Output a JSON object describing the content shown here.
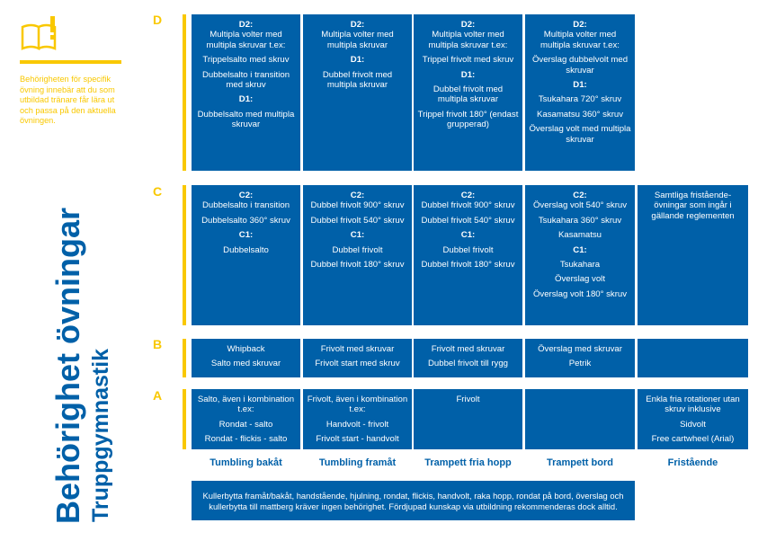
{
  "sidebar": {
    "icon": "book-exclamation-icon",
    "note": "Behörigheten för specifik övning innebär att du som utbildad tränare får lära ut och passa på den aktuella övningen.",
    "title": "Behörighet övningar",
    "subtitle": "Truppgymnastik"
  },
  "levels": {
    "d": "D",
    "c": "C",
    "b": "B",
    "a": "A"
  },
  "columns": {
    "tumbling_bakat": "Tumbling bakåt",
    "tumbling_framat": "Tumbling framåt",
    "trampett_fria_hopp": "Trampett fria hopp",
    "trampett_bord": "Trampett bord",
    "fristaende": "Fristående"
  },
  "grid": {
    "d": [
      [
        "D2:",
        "Multipla volter med multipla skruvar t.ex:",
        "Trippelsalto med skruv",
        "Dubbelsalto i transition med skruv",
        "D1:",
        "Dubbelsalto med multipla skruvar"
      ],
      [
        "D2:",
        "Multipla volter med multipla skruvar",
        "D1:",
        "Dubbel frivolt med multipla skruvar"
      ],
      [
        "D2:",
        "Multipla volter med multipla skruvar t.ex:",
        "Trippel frivolt med skruv",
        "D1:",
        "Dubbel frivolt med multipla skruvar",
        "Trippel frivolt 180° (endast grupperad)"
      ],
      [
        "D2:",
        "Multipla volter med multipla skruvar t.ex:",
        "Överslag dubbelvolt med skruvar",
        "D1:",
        "Tsukahara 720° skruv",
        "Kasamatsu 360° skruv",
        "Överslag volt med multipla skruvar"
      ]
    ],
    "c": [
      [
        "C2:",
        "Dubbelsalto i transition",
        "Dubbelsalto 360° skruv",
        "C1:",
        "Dubbelsalto"
      ],
      [
        "C2:",
        "Dubbel frivolt 900° skruv",
        "Dubbel frivolt 540° skruv",
        "C1:",
        "Dubbel frivolt",
        "Dubbel frivolt 180° skruv"
      ],
      [
        "C2:",
        "Dubbel frivolt 900° skruv",
        "Dubbel frivolt 540° skruv",
        "C1:",
        "Dubbel frivolt",
        "Dubbel frivolt 180° skruv"
      ],
      [
        "C2:",
        "Överslag volt 540° skruv",
        "Tsukahara 360° skruv",
        "Kasamatsu",
        "C1:",
        "Tsukahara",
        "Överslag volt",
        "Överslag volt 180° skruv"
      ],
      [
        "Samtliga fristående-övningar som ingår i gällande reglementen"
      ]
    ],
    "b": [
      [
        "Whipback",
        "Salto med skruvar"
      ],
      [
        "Frivolt med skruvar",
        "Frivolt start med skruv"
      ],
      [
        "Frivolt med skruvar",
        "Dubbel frivolt till rygg"
      ],
      [
        "Överslag med skruvar",
        "Petrik"
      ],
      []
    ],
    "a": [
      [
        "Salto, även i kombination t.ex:",
        "Rondat - salto",
        "Rondat - flickis - salto"
      ],
      [
        "Frivolt, även i kombination t.ex:",
        "Handvolt - frivolt",
        "Frivolt start - handvolt"
      ],
      [
        "Frivolt"
      ],
      [],
      [
        "Enkla fria rotationer utan skruv inklusive",
        "Sidvolt",
        "Free cartwheel (Arial)"
      ]
    ]
  },
  "footer": "Kullerbytta framåt/bakåt, handstående, hjulning, rondat, flickis, handvolt, raka hopp, rondat på bord, överslag och kullerbytta till mattberg kräver ingen behörighet. Fördjupad kunskap via utbildning rekommenderas dock alltid.",
  "colors": {
    "blue": "#0060a8",
    "yellow": "#f9c800"
  }
}
